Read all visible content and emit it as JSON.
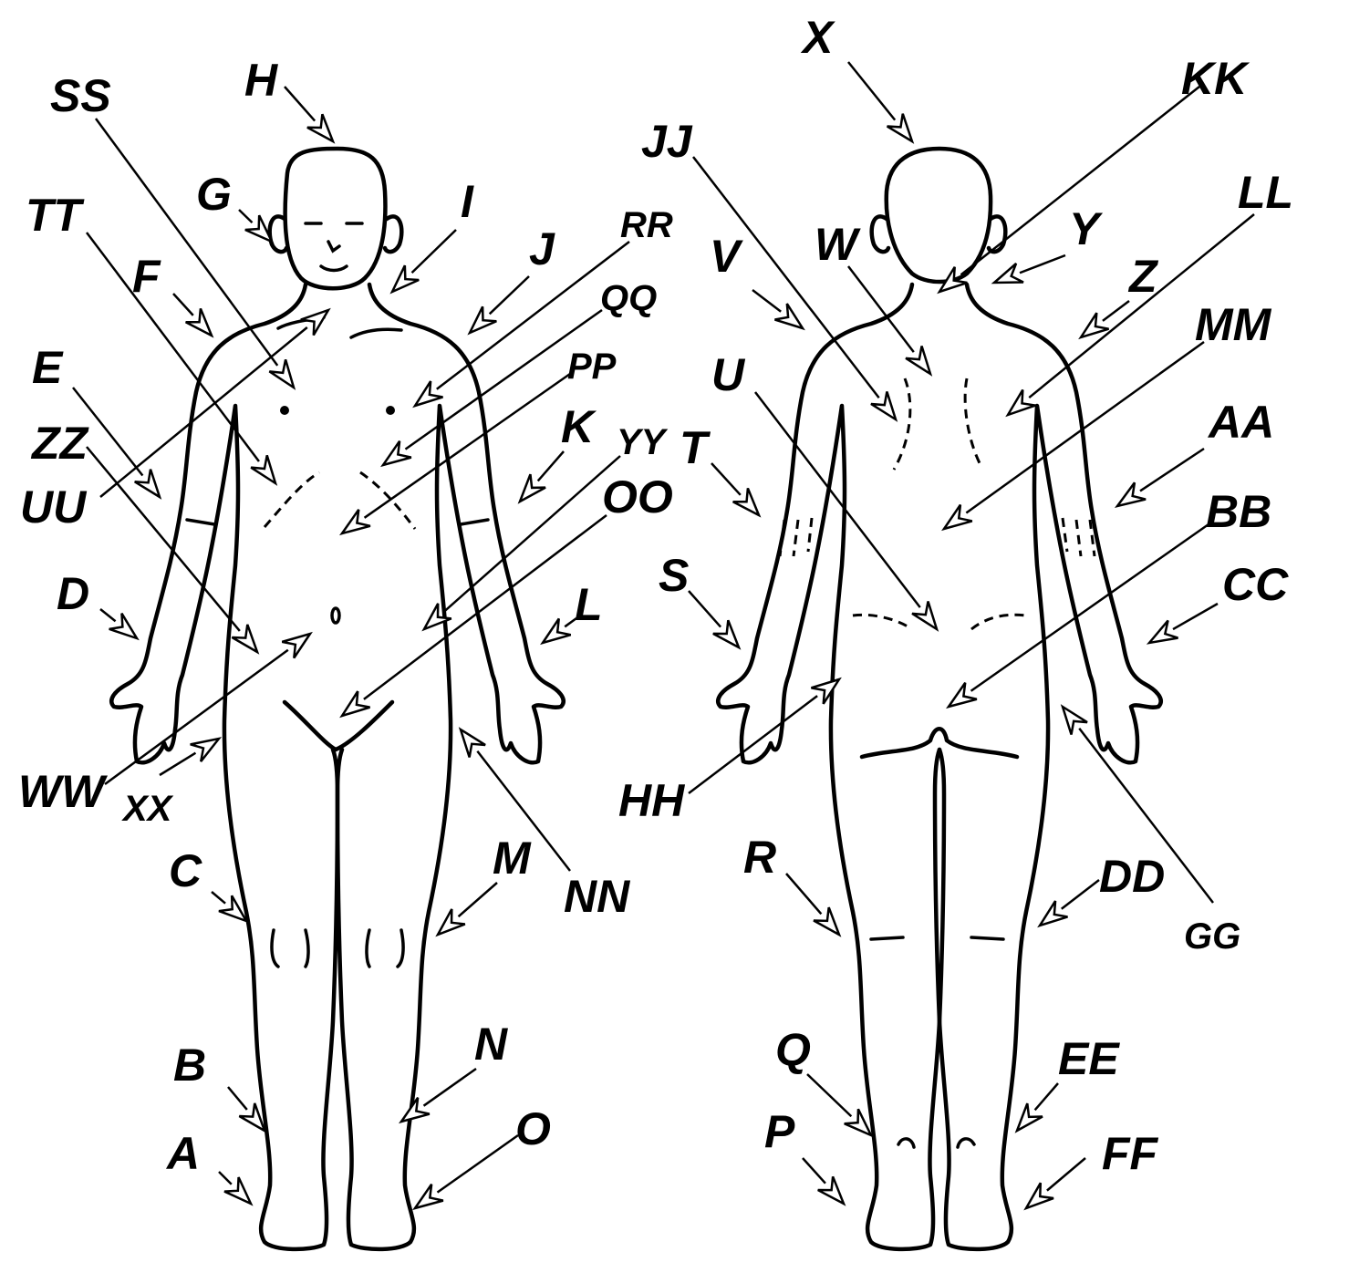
{
  "diagram": {
    "title": "",
    "views": [
      "front",
      "back"
    ],
    "front_labels": [
      "H",
      "SS",
      "G",
      "TT",
      "F",
      "E",
      "ZZ",
      "UU",
      "D",
      "WW",
      "XX",
      "C",
      "B",
      "A",
      "I",
      "J",
      "RR",
      "QQ",
      "PP",
      "K",
      "YY",
      "OO",
      "L",
      "M",
      "NN",
      "N",
      "O"
    ],
    "back_labels": [
      "X",
      "KK",
      "JJ",
      "LL",
      "Y",
      "V",
      "W",
      "Z",
      "MM",
      "U",
      "AA",
      "T",
      "BB",
      "CC",
      "S",
      "HH",
      "R",
      "DD",
      "GG",
      "Q",
      "EE",
      "P",
      "FF"
    ],
    "colors": {
      "ink": "#000000",
      "background": "#ffffff"
    }
  }
}
